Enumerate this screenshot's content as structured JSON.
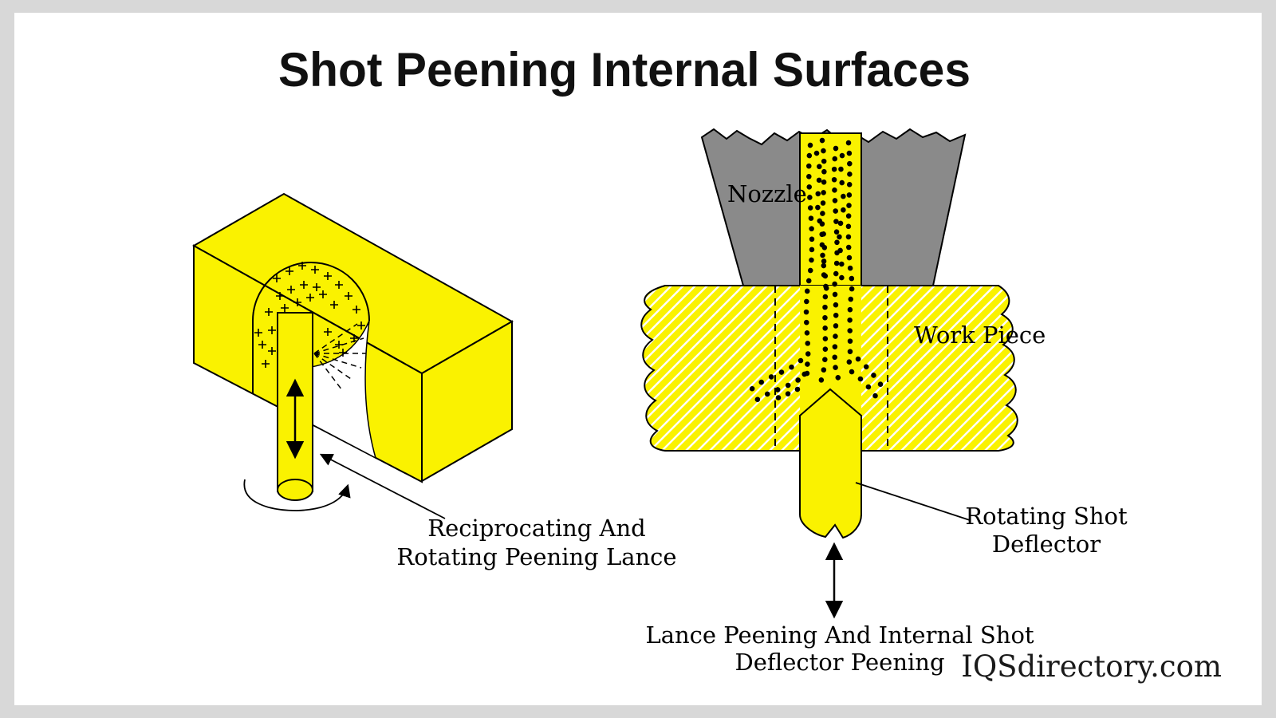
{
  "title": "Shot Peening Internal Surfaces",
  "watermark": "IQSdirectory.com",
  "colors": {
    "yellow": "#FAF200",
    "nozzle_gray": "#8A8A8A",
    "frame": "#D8D8D8",
    "canvas": "#FFFFFF",
    "ink": "#000000"
  },
  "lance_diagram": {
    "label_line1": "Reciprocating And",
    "label_line2": "Rotating Peening Lance"
  },
  "deflector_diagram": {
    "nozzle_label": "Nozzle",
    "work_piece_label": "Work Piece",
    "deflector_label_line1": "Rotating Shot",
    "deflector_label_line2": "Deflector",
    "bottom_label_line1": "Lance Peening And Internal Shot",
    "bottom_label_line2": "Deflector Peening"
  }
}
